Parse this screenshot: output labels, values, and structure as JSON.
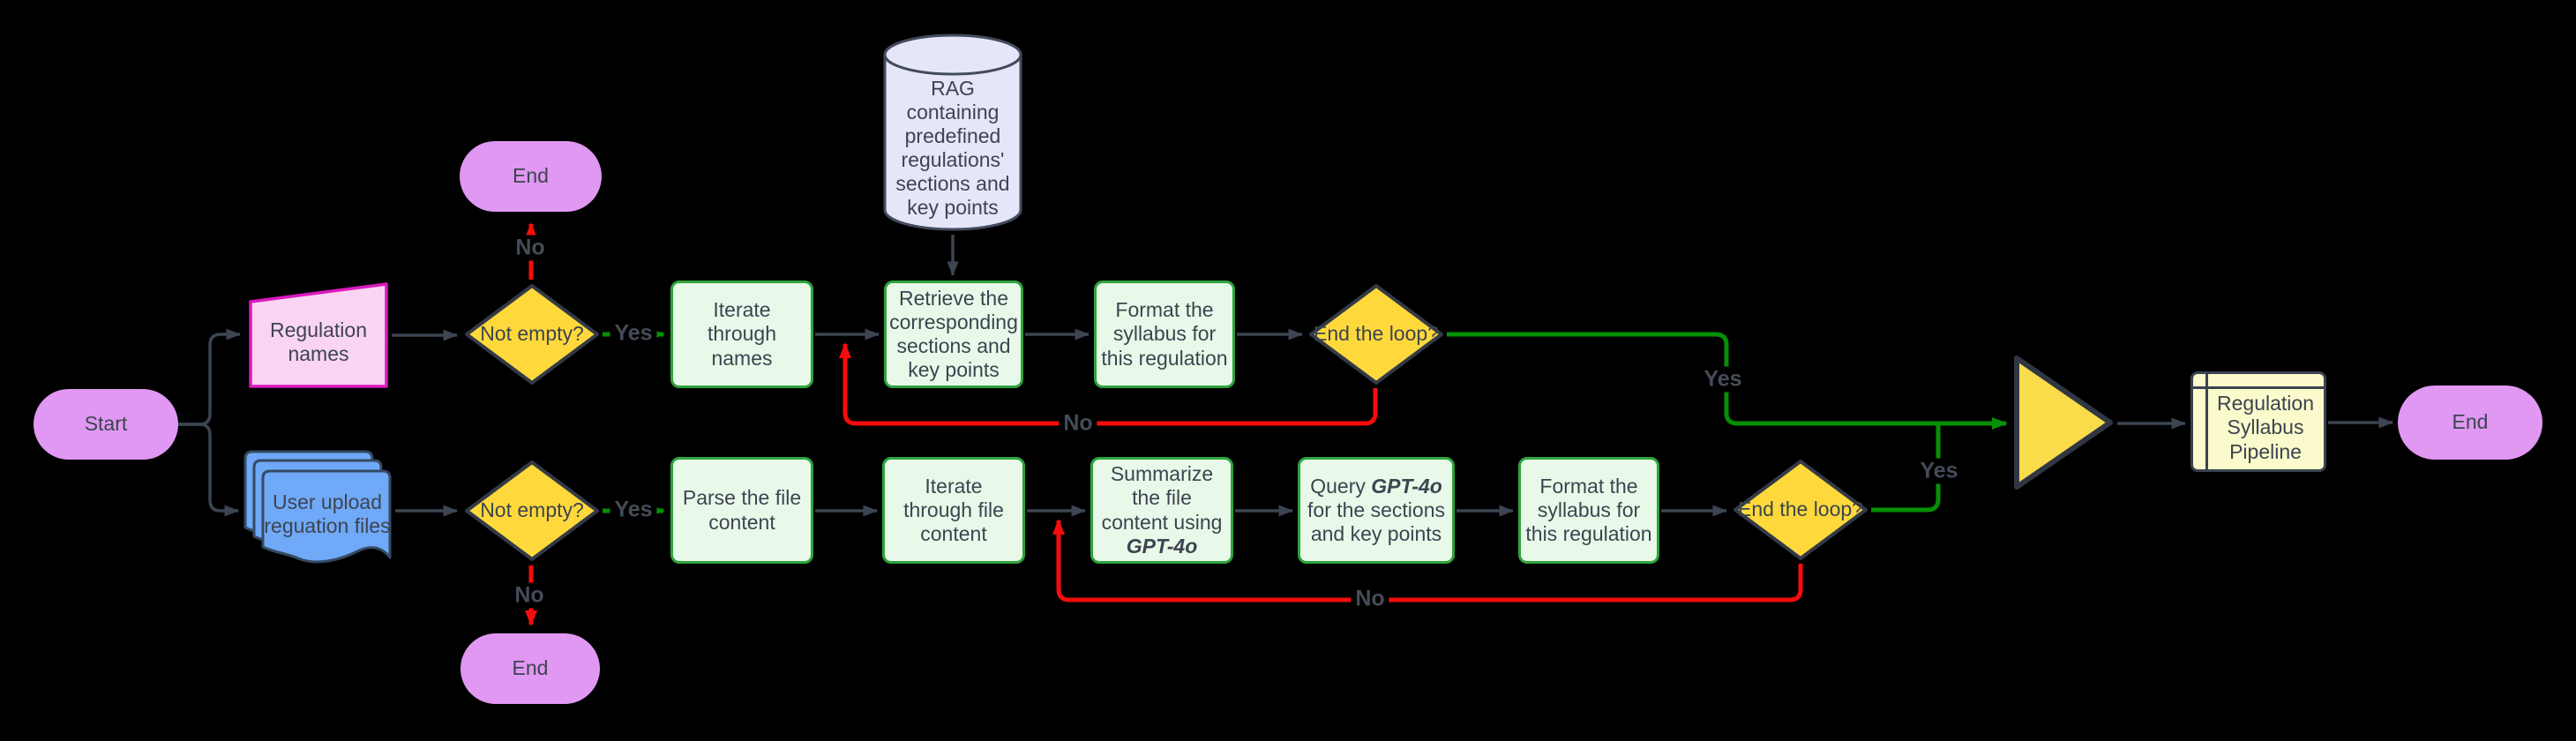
{
  "colors": {
    "background": "#000000",
    "edge_default": "#3C4551",
    "edge_yes": "#069006",
    "edge_no": "#F60C0C",
    "terminal_fill": "#E098F2",
    "process_fill": "#E9F9E9",
    "process_border": "#2EA43B",
    "decision_fill": "#FFD93B",
    "decision_border": "#333A46",
    "manual_input_fill": "#F9D4F3",
    "manual_input_border": "#DA19BE",
    "documents_fill": "#6FA9F7",
    "documents_border": "#354A63",
    "database_fill": "#E6E6FB",
    "database_border": "#424C5C",
    "note_fill": "#FAFACC",
    "note_border": "#3A434E",
    "merge_fill": "#FADC4A",
    "merge_border": "#303743",
    "text": "#3D4450"
  },
  "nodes": {
    "start": "Start",
    "regulation_names": "Regulation names",
    "not_empty_top": "Not empty?",
    "not_empty_bottom": "Not empty?",
    "end_top": "End",
    "end_bottom": "End",
    "end_right": "End",
    "iterate_names": "Iterate through names",
    "rag_db": "RAG containing predefined regulations' sections and key points",
    "retrieve": "Retrieve the corresponding sections and key points",
    "format_top": "Format the syllabus for this regulation",
    "end_loop_top": "End the loop?",
    "user_files": "User upload reguation files",
    "parse": "Parse the file content",
    "iterate_files": "Iterate through file content",
    "summarize_pre": "Summarize the file content using ",
    "summarize_gpt": "GPT-4o",
    "query_pre": "Query ",
    "query_gpt": "GPT-4o",
    "query_post": " for the sections and key points",
    "format_bottom": "Format the syllabus for this regulation",
    "end_loop_bottom": "End the loop?",
    "pipeline": "Regulation Syllabus Pipeline"
  },
  "edge_labels": {
    "yes": "Yes",
    "no": "No"
  }
}
